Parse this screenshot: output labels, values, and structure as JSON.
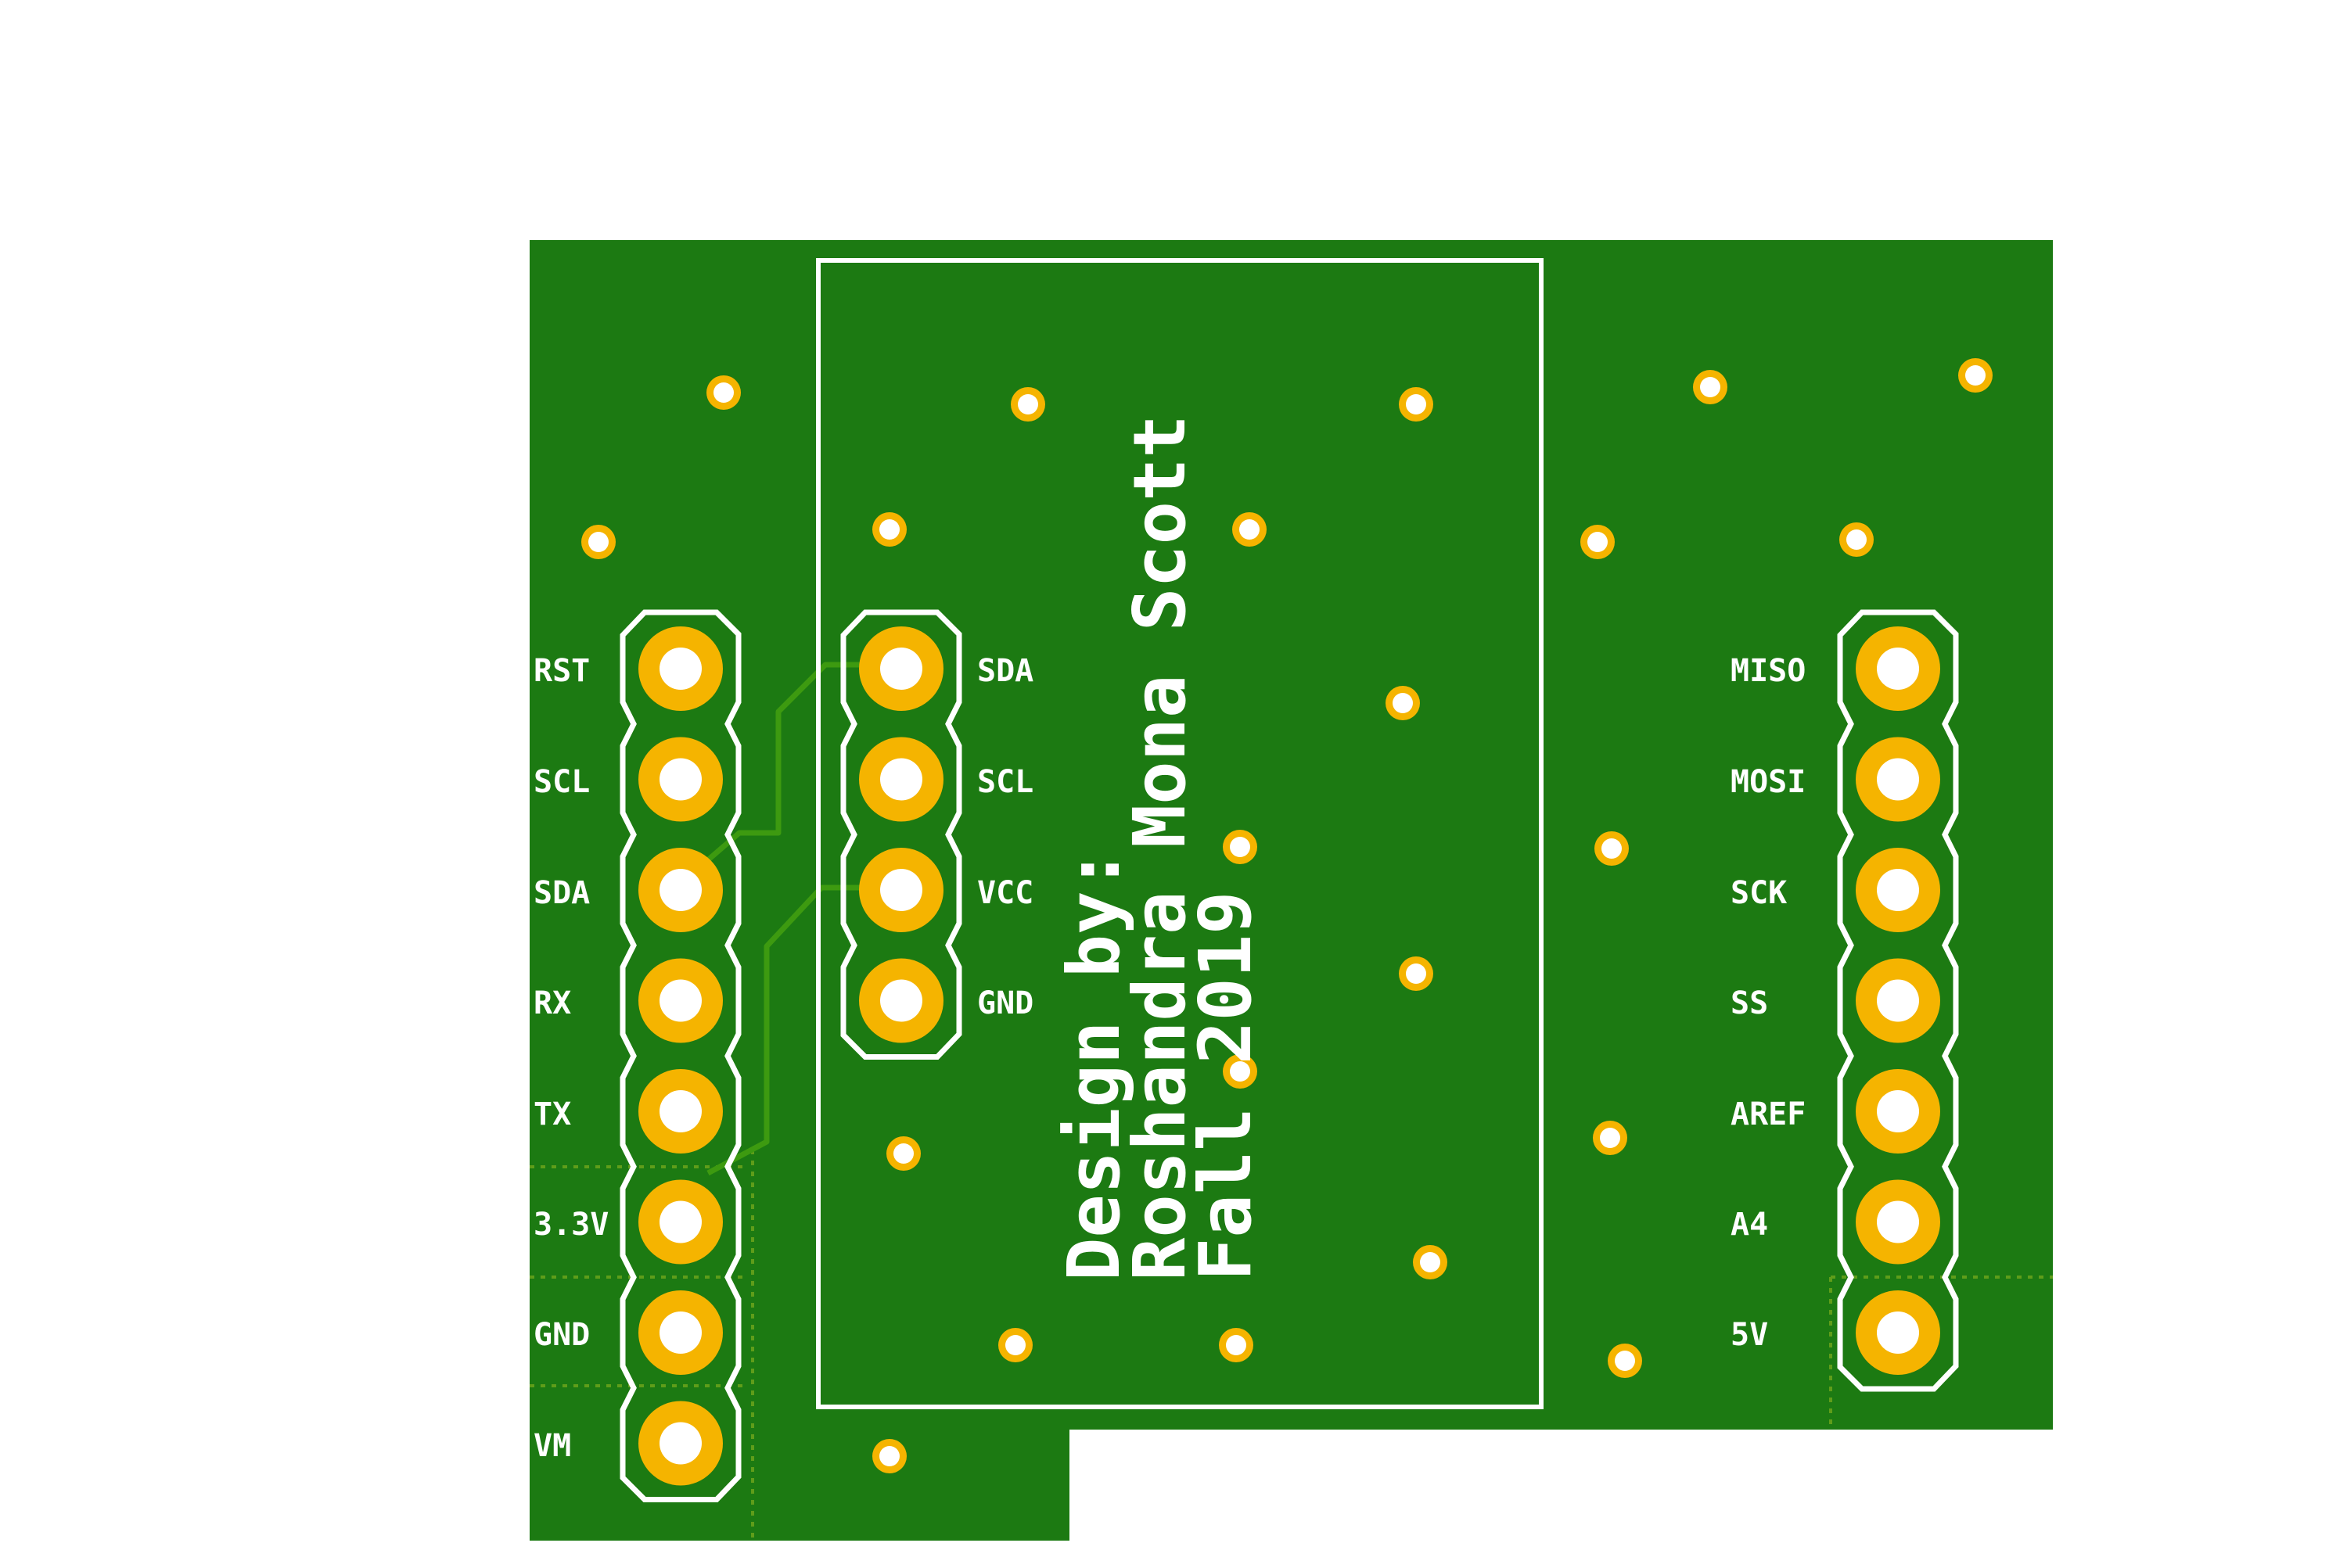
{
  "colors": {
    "background": "#ffffff",
    "board": "#1c7a12",
    "silkscreen": "#ffffff",
    "pad": "#f5b400",
    "trace": "#3d9a10",
    "dotted": "#5f9d1a"
  },
  "left_header": {
    "labels": [
      "RST",
      "SCL",
      "SDA",
      "RX",
      "TX",
      "3.3V",
      "GND",
      "VM"
    ]
  },
  "center_header": {
    "labels": [
      "SDA",
      "SCL",
      "VCC",
      "GND"
    ]
  },
  "right_header": {
    "labels": [
      "MISO",
      "MOSI",
      "SCK",
      "SS",
      "AREF",
      "A4",
      "5V"
    ]
  },
  "credit": {
    "line1": "Design by:",
    "line2": "Roshandra Mona Scott",
    "line3": "Fall 2019"
  }
}
